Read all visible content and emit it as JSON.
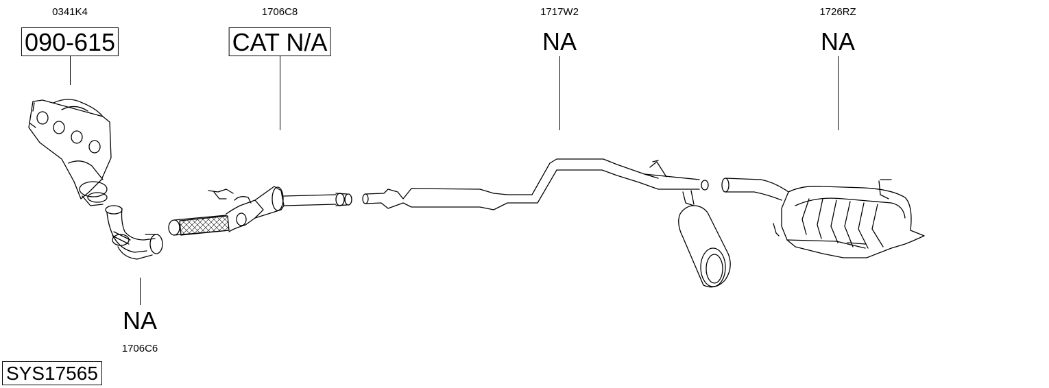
{
  "parts": [
    {
      "id": "manifold",
      "oem": "0341K4",
      "part_number": "090-615",
      "boxed": true
    },
    {
      "id": "catalyst",
      "oem": "1706C8",
      "part_number": "CAT N/A",
      "boxed": true
    },
    {
      "id": "center",
      "oem": "1717W2",
      "part_number": "NA",
      "boxed": false
    },
    {
      "id": "rear",
      "oem": "1726RZ",
      "part_number": "NA",
      "boxed": false
    },
    {
      "id": "downpipe",
      "oem": "1706C6",
      "part_number": "NA",
      "boxed": false
    }
  ],
  "system_code": "SYS17565"
}
